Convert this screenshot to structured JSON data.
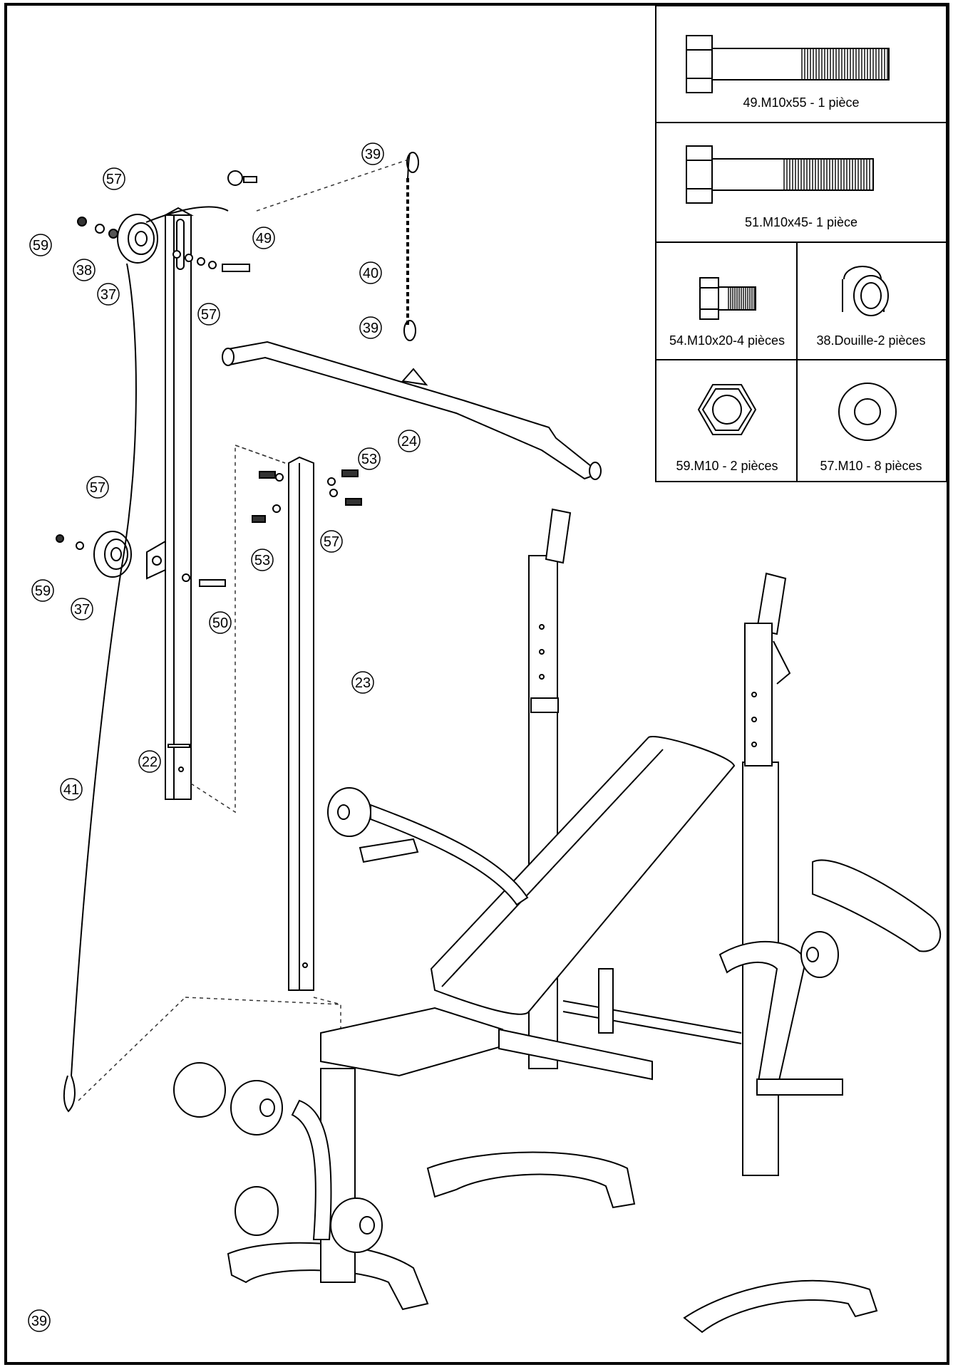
{
  "parts_table": {
    "rows": [
      {
        "cells": [
          {
            "label": "49.M10x55  -  1  pièce",
            "icon": "bolt-long-icon"
          }
        ]
      },
      {
        "cells": [
          {
            "label": "51.M10x45-  1  pièce",
            "icon": "bolt-medium-icon"
          }
        ]
      },
      {
        "cells": [
          {
            "label": "54.M10x20-4  pièces",
            "icon": "bolt-short-icon"
          },
          {
            "label": "38.Douille-2  pièces",
            "icon": "bushing-icon"
          }
        ]
      },
      {
        "cells": [
          {
            "label": "59.M10  -  2  pièces",
            "icon": "hex-nut-icon"
          },
          {
            "label": "57.M10  -  8  pièces",
            "icon": "washer-icon"
          }
        ]
      }
    ]
  },
  "callouts": [
    {
      "id": "c59a",
      "label": "59"
    },
    {
      "id": "c57a",
      "label": "57"
    },
    {
      "id": "c38",
      "label": "38"
    },
    {
      "id": "c37a",
      "label": "37"
    },
    {
      "id": "c49",
      "label": "49"
    },
    {
      "id": "c57b",
      "label": "57"
    },
    {
      "id": "c39a",
      "label": "39"
    },
    {
      "id": "c40",
      "label": "40"
    },
    {
      "id": "c39b",
      "label": "39"
    },
    {
      "id": "c24",
      "label": "24"
    },
    {
      "id": "c53a",
      "label": "53"
    },
    {
      "id": "c57c",
      "label": "57"
    },
    {
      "id": "c53b",
      "label": "53"
    },
    {
      "id": "c57d",
      "label": "57"
    },
    {
      "id": "c59b",
      "label": "59"
    },
    {
      "id": "c37b",
      "label": "37"
    },
    {
      "id": "c50",
      "label": "50"
    },
    {
      "id": "c23",
      "label": "23"
    },
    {
      "id": "c22",
      "label": "22"
    },
    {
      "id": "c41",
      "label": "41"
    },
    {
      "id": "c39c",
      "label": "39"
    }
  ]
}
